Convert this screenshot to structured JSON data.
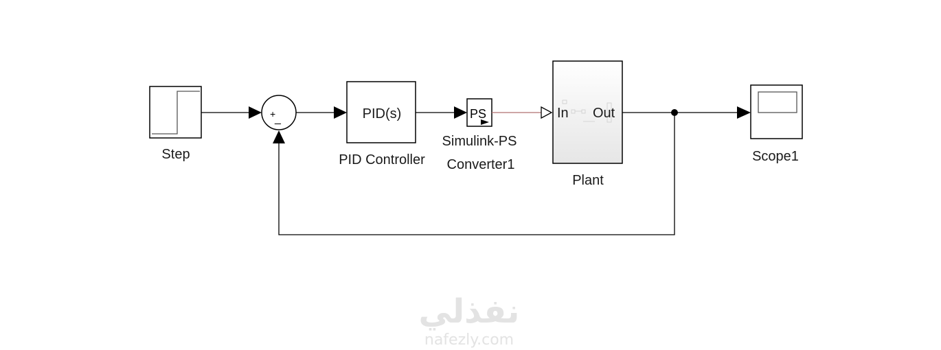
{
  "blocks": {
    "step": {
      "label": "Step"
    },
    "sum": {
      "plus": "+",
      "minus": "_"
    },
    "pid": {
      "text": "PID(s)",
      "label": "PID Controller"
    },
    "converter": {
      "text": "PS",
      "label_line1": "Simulink-PS",
      "label_line2": "Converter1"
    },
    "plant": {
      "in": "In",
      "out": "Out",
      "label": "Plant"
    },
    "scope": {
      "label": "Scope1"
    }
  },
  "watermark": {
    "arabic": "نفذلي",
    "latin": "nafezly.com"
  },
  "colors": {
    "line": "#000000",
    "physical_line": "#b07070",
    "watermark": "#e3e3e3"
  }
}
